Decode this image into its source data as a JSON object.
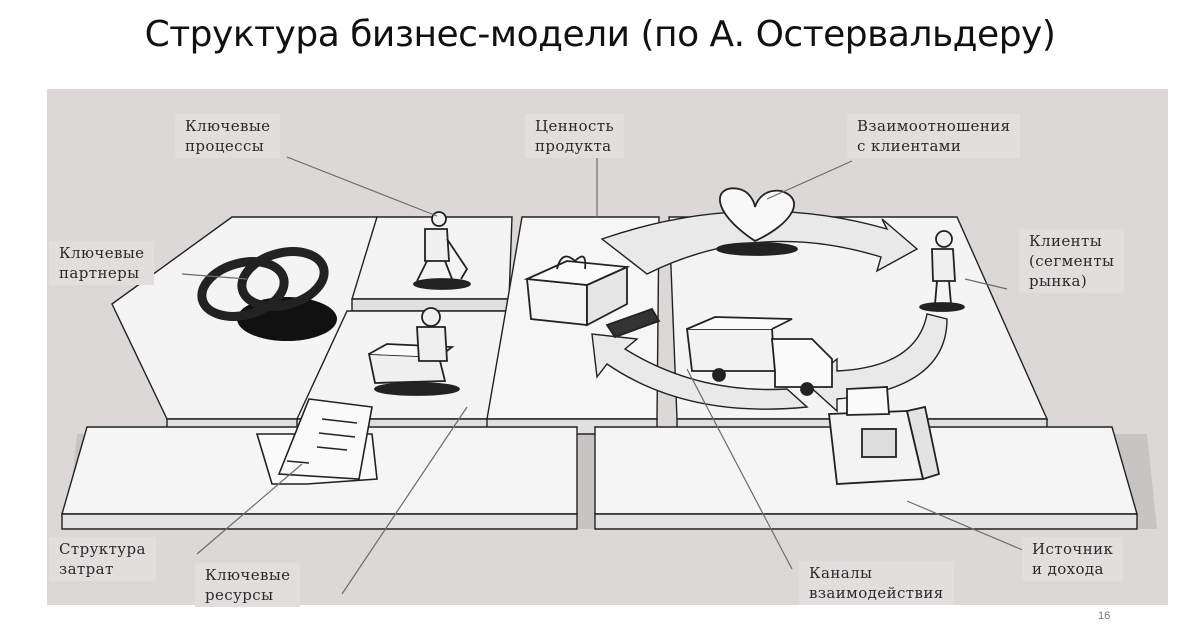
{
  "title": "Структура бизнес-модели (по А. Остервальдеру)",
  "labels": {
    "key_processes": "Ключевые\nпроцессы",
    "value_proposition": "Ценность\nпродукта",
    "customer_relationships": "Взаимоотношения\nс клиентами",
    "key_partners": "Ключевые\nпартнеры",
    "customer_segments": "Клиенты\n(сегменты\nрынка)",
    "cost_structure": "Структура\nзатрат",
    "key_resources": "Ключевые\nресурсы",
    "channels": "Каналы\nвзаимодействия",
    "revenue_streams": "Источник\nи дохода"
  },
  "page_number": "16",
  "colors": {
    "background_panel": "#dcd8d8",
    "label_fill": "#e2dede",
    "ink": "#222222",
    "leader_line": "#6b6b6b"
  },
  "icons": [
    "rings-icon",
    "worker-icon",
    "forklift-icon",
    "gift-icon",
    "heart-icon",
    "truck-icon",
    "person-icon",
    "cash-register-icon",
    "invoice-icon"
  ]
}
